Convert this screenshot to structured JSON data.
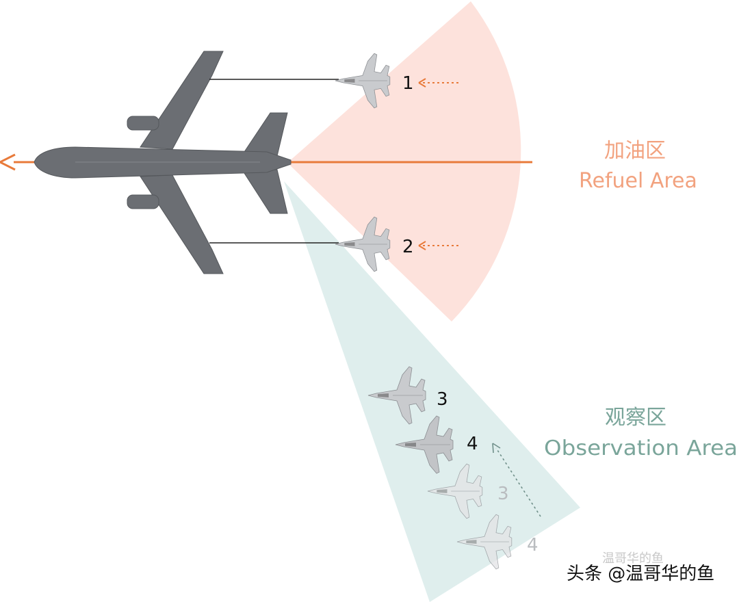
{
  "colors": {
    "refuel_zone": "#fde2dc",
    "observation_zone": "#dfeeed",
    "refuel_text": "#f2a27f",
    "observation_text": "#7aa59a",
    "flight_line": "#e87a3a",
    "tanker": "#6b6e73",
    "fighter": "#c9cbce",
    "fighter_faded": "#e3e4e6"
  },
  "zones": {
    "refuel": {
      "label_zh": "加油区",
      "label_en": "Refuel Area"
    },
    "observation": {
      "label_zh": "观察区",
      "label_en": "Observation Area"
    }
  },
  "aircraft": [
    {
      "number": "1",
      "state": "refueling"
    },
    {
      "number": "2",
      "state": "refueling"
    },
    {
      "number": "3",
      "state": "observing"
    },
    {
      "number": "4",
      "state": "observing"
    },
    {
      "number": "3",
      "state": "approaching"
    },
    {
      "number": "4",
      "state": "approaching"
    }
  ],
  "watermark": {
    "text": "头条 @温哥华的鱼",
    "faint_text": "温哥华的鱼"
  },
  "icons": {
    "tanker": "tanker-aircraft-icon",
    "fighter": "fighter-jet-icon",
    "direction": "arrow-left-icon"
  }
}
